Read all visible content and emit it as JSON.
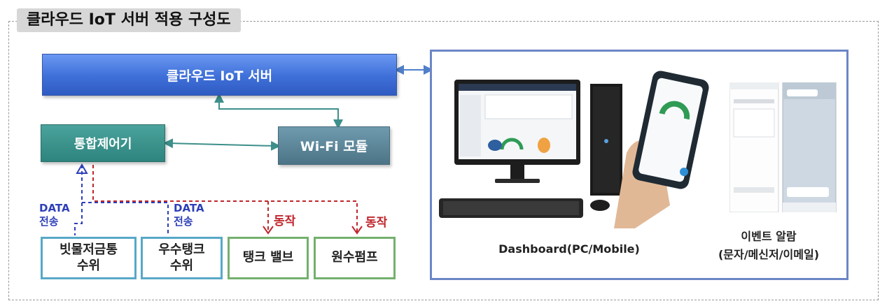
{
  "title": "클라우드 IoT 서버 적용 구성도",
  "nodes": {
    "cloud_server": "클라우드 IoT 서버",
    "controller": "통합제어기",
    "wifi_module": "Wi-Fi 모듈",
    "rainwater_level": "빗물저금통\n수위",
    "rain_tank_level": "우수탱크\n수위",
    "tank_valve": "탱크 밸브",
    "source_pump": "원수펌프"
  },
  "edge_labels": {
    "data_send_1": "DATA\n전송",
    "data_send_2": "DATA\n전송",
    "action_1": "동작",
    "action_2": "동작"
  },
  "panel": {
    "dashboard_caption": "Dashboard(PC/Mobile)",
    "event_alarm": "이벤트 알람\n(문자/메신저/이메일)"
  },
  "colors": {
    "cloud": "#3e6fd8",
    "controller": "#2e847e",
    "wifi": "#4c7486",
    "sensor_border": "#58a8c8",
    "actuator_border": "#74b06e",
    "data_line": "#2d3fb8",
    "action_line": "#c0262c",
    "panel_border": "#6c86c6"
  }
}
